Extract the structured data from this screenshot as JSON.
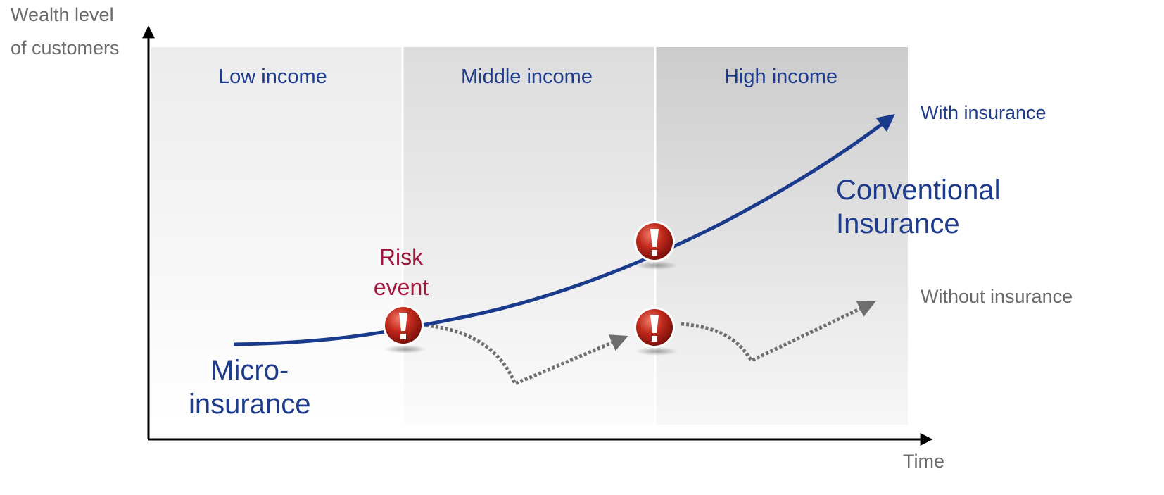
{
  "axes": {
    "y_label_line1": "Wealth level",
    "y_label_line2": "of customers",
    "x_label": "Time"
  },
  "bands": [
    {
      "label": "Low income"
    },
    {
      "label": "Middle income"
    },
    {
      "label": "High income"
    }
  ],
  "curves": {
    "with_insurance": "With insurance",
    "without_insurance": "Without insurance"
  },
  "segments": {
    "micro_line1": "Micro-",
    "micro_line2": "insurance",
    "conventional_line1": "Conventional",
    "conventional_line2": "Insurance"
  },
  "risk": {
    "label_line1": "Risk",
    "label_line2": "event",
    "icon": "exclamation-icon"
  },
  "colors": {
    "curve_blue": "#1a3a8c",
    "risk_red": "#b01818",
    "dotted_gray": "#6e6e6e",
    "risk_text": "#a0163f"
  }
}
